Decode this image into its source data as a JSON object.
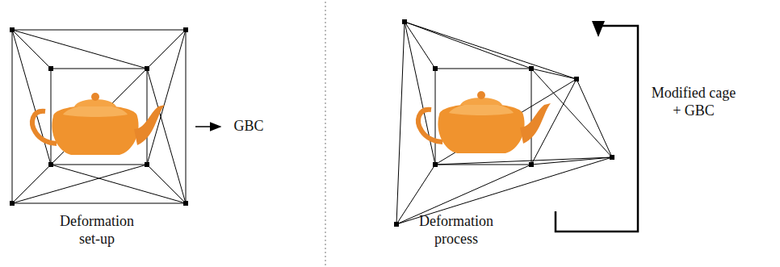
{
  "diagram": {
    "labels": [
      "GBC",
      "Deformation set-up",
      "Deformation process",
      "Modified cage + GBC"
    ]
  }
}
